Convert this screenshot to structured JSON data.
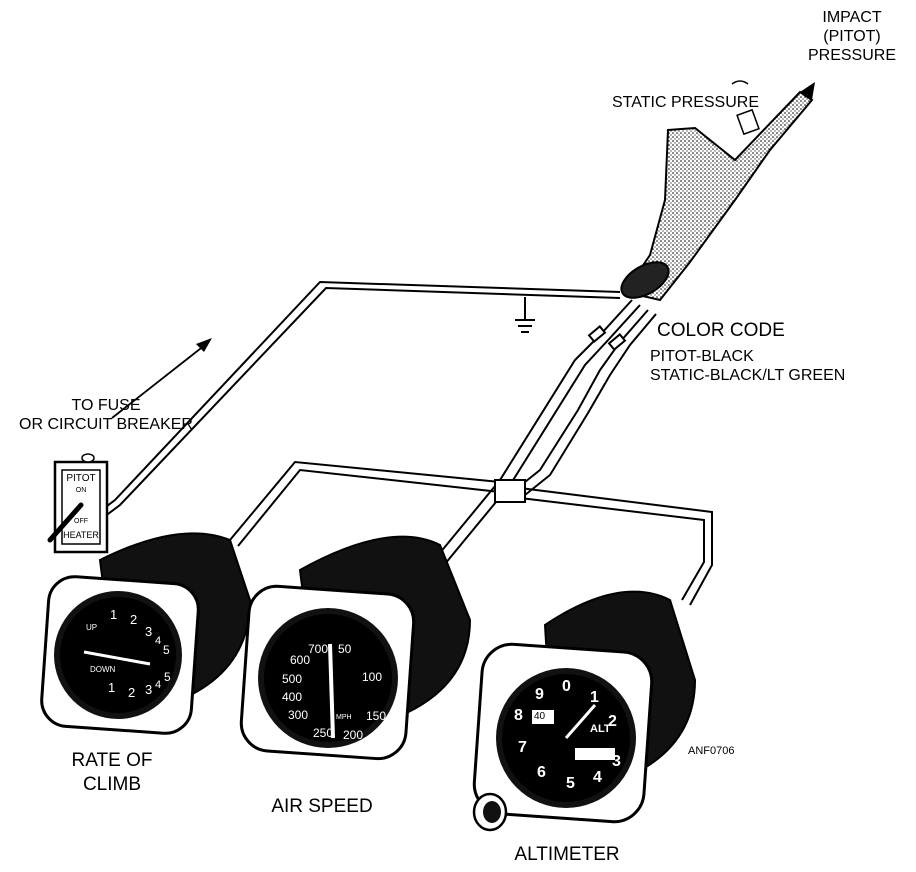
{
  "labels": {
    "impact_line1": "IMPACT",
    "impact_line2": "(PITOT)",
    "impact_line3": "PRESSURE",
    "static_pressure": "STATIC PRESSURE",
    "color_code": "COLOR CODE",
    "pitot_black": "PITOT-BLACK",
    "static_black_green": "STATIC-BLACK/LT GREEN",
    "to_fuse": "TO FUSE",
    "circuit_breaker": "OR CIRCUIT BREAKER",
    "rate_line1": "RATE OF",
    "rate_line2": "CLIMB",
    "air_speed": "AIR SPEED",
    "altimeter": "ALTIMETER",
    "figure_id": "ANF0706"
  },
  "switch": {
    "top": "PITOT",
    "on": "ON",
    "off": "OFF",
    "bottom": "HEATER"
  },
  "vsi": {
    "up": "UP",
    "down": "DOWN",
    "upper_numbers": [
      "1",
      "2",
      "3",
      "4",
      "5"
    ],
    "lower_numbers": [
      "1",
      "2",
      "3",
      "4",
      "5"
    ]
  },
  "asi": {
    "unit": "MPH",
    "left_numbers": [
      "700",
      "600",
      "500",
      "400",
      "300",
      "250"
    ],
    "right_numbers": [
      "50",
      "100",
      "150",
      "200"
    ]
  },
  "alt": {
    "numbers": [
      "0",
      "1",
      "2",
      "3",
      "4",
      "5",
      "6",
      "7",
      "8",
      "9"
    ],
    "label": "ALT",
    "window": "40"
  }
}
